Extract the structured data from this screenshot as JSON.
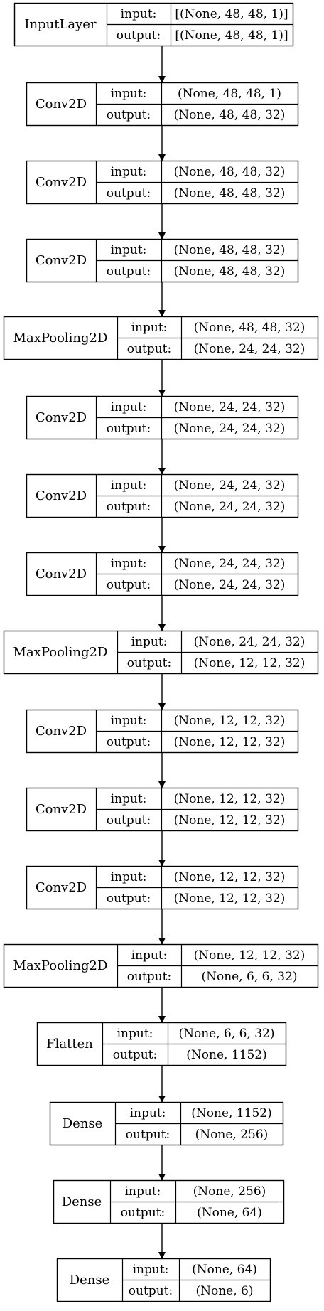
{
  "labels": {
    "input": "input:",
    "output": "output:"
  },
  "layers": [
    {
      "name": "InputLayer",
      "input": "[(None, 48, 48, 1)]",
      "output": "[(None, 48, 48, 1)]"
    },
    {
      "name": "Conv2D",
      "input": "(None, 48, 48, 1)",
      "output": "(None, 48, 48, 32)"
    },
    {
      "name": "Conv2D",
      "input": "(None, 48, 48, 32)",
      "output": "(None, 48, 48, 32)"
    },
    {
      "name": "Conv2D",
      "input": "(None, 48, 48, 32)",
      "output": "(None, 48, 48, 32)"
    },
    {
      "name": "MaxPooling2D",
      "input": "(None, 48, 48, 32)",
      "output": "(None, 24, 24, 32)"
    },
    {
      "name": "Conv2D",
      "input": "(None, 24, 24, 32)",
      "output": "(None, 24, 24, 32)"
    },
    {
      "name": "Conv2D",
      "input": "(None, 24, 24, 32)",
      "output": "(None, 24, 24, 32)"
    },
    {
      "name": "Conv2D",
      "input": "(None, 24, 24, 32)",
      "output": "(None, 24, 24, 32)"
    },
    {
      "name": "MaxPooling2D",
      "input": "(None, 24, 24, 32)",
      "output": "(None, 12, 12, 32)"
    },
    {
      "name": "Conv2D",
      "input": "(None, 12, 12, 32)",
      "output": "(None, 12, 12, 32)"
    },
    {
      "name": "Conv2D",
      "input": "(None, 12, 12, 32)",
      "output": "(None, 12, 12, 32)"
    },
    {
      "name": "Conv2D",
      "input": "(None, 12, 12, 32)",
      "output": "(None, 12, 12, 32)"
    },
    {
      "name": "MaxPooling2D",
      "input": "(None, 12, 12, 32)",
      "output": "(None, 6, 6, 32)"
    },
    {
      "name": "Flatten",
      "input": "(None, 6, 6, 32)",
      "output": "(None, 1152)"
    },
    {
      "name": "Dense",
      "input": "(None, 1152)",
      "output": "(None, 256)"
    },
    {
      "name": "Dense",
      "input": "(None, 256)",
      "output": "(None, 64)"
    },
    {
      "name": "Dense",
      "input": "(None, 64)",
      "output": "(None, 6)"
    }
  ]
}
